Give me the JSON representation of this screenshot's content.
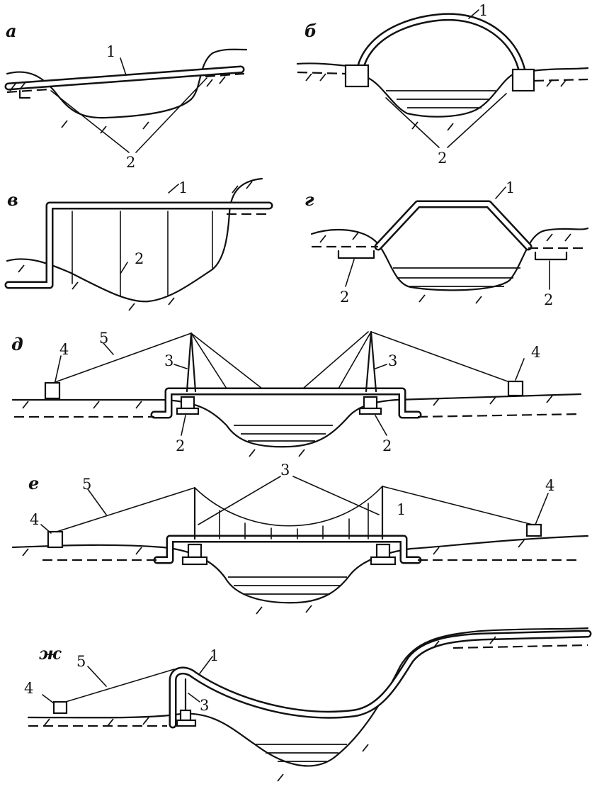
{
  "panels": [
    {
      "letter": "а",
      "labels": [
        "1",
        "2"
      ]
    },
    {
      "letter": "б",
      "labels": [
        "1",
        "2"
      ]
    },
    {
      "letter": "в",
      "labels": [
        "1",
        "2"
      ]
    },
    {
      "letter": "г",
      "labels": [
        "1",
        "2",
        "2"
      ]
    },
    {
      "letter": "д",
      "labels": [
        "4",
        "5",
        "3",
        "3",
        "4",
        "2",
        "2"
      ]
    },
    {
      "letter": "е",
      "labels": [
        "3",
        "5",
        "4",
        "4",
        "1"
      ]
    },
    {
      "letter": "ж",
      "labels": [
        "5",
        "1",
        "4",
        "3"
      ]
    }
  ]
}
